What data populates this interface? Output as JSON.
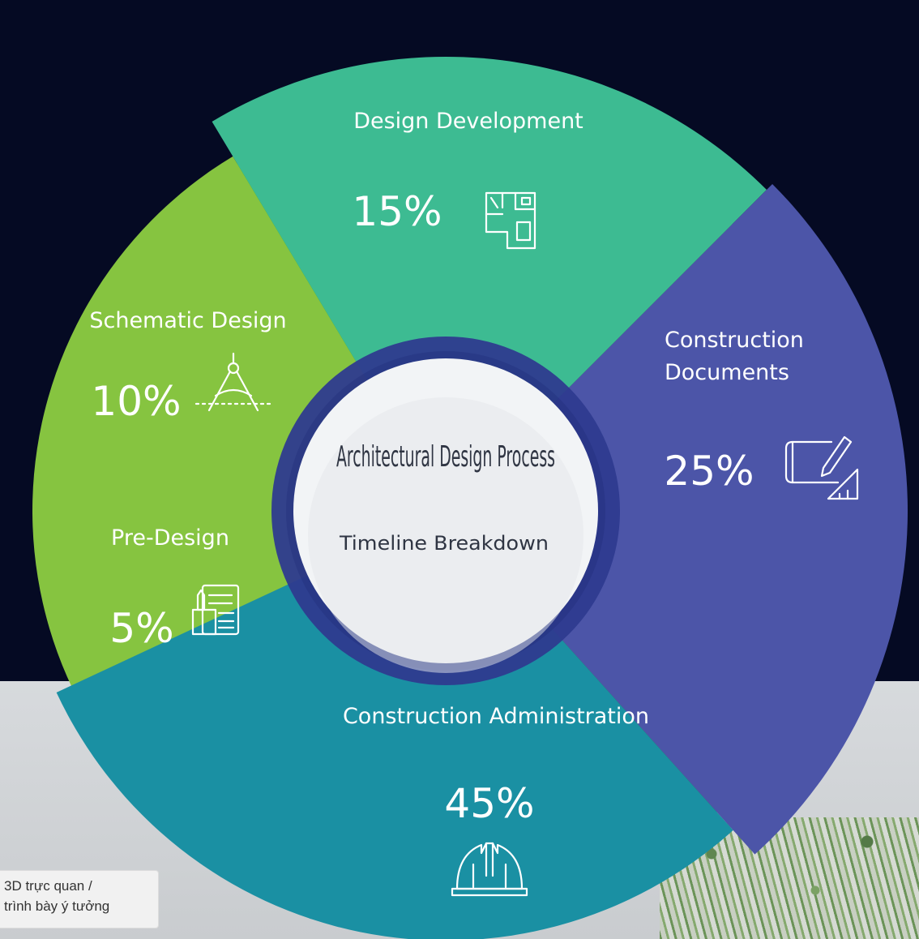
{
  "chart_data": {
    "type": "pie",
    "title": "Architectural Design Process",
    "subtitle": "Timeline Breakdown",
    "series": [
      {
        "name": "Pre-Design",
        "value": 5,
        "value_label": "5%",
        "color": "#0d9a17",
        "icon": "document-ruler-icon"
      },
      {
        "name": "Schematic Design",
        "value": 10,
        "value_label": "10%",
        "color": "#86c440",
        "icon": "compass-icon"
      },
      {
        "name": "Design Development",
        "value": 15,
        "value_label": "15%",
        "color": "#3dbb92",
        "icon": "floor-plan-icon"
      },
      {
        "name": "Construction Documents",
        "value": 25,
        "value_label": "25%",
        "color": "#4c55a8",
        "icon": "blueprint-pencil-icon"
      },
      {
        "name": "Construction Administration",
        "value": 45,
        "value_label": "45%",
        "color": "#1a90a3",
        "icon": "hard-hat-icon"
      }
    ]
  },
  "caption": {
    "line1": "3D trực quan /",
    "line2": "trình bày ý tưởng"
  },
  "colors": {
    "background": "#050a23",
    "ring": "#2e3b8f",
    "center": "#f2f4f6"
  }
}
